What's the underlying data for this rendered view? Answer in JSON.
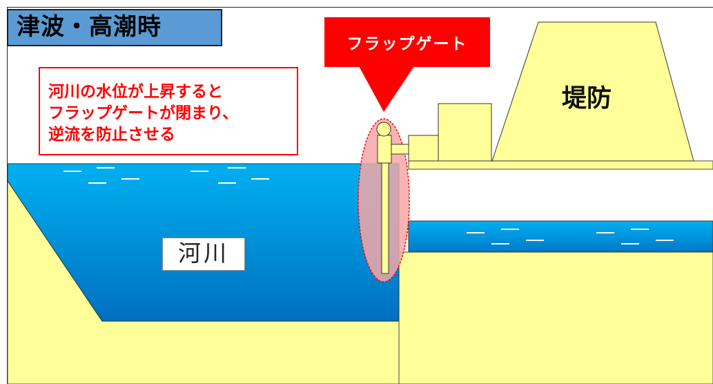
{
  "title": "津波・高潮時",
  "callout_gate": "フラップゲート",
  "callout_note": "河川の水位が上昇すると\nフラップゲートが閉まり、\n逆流を防止させる",
  "label_river": "河川",
  "label_levee": "堤防",
  "colors": {
    "ground": "#ffff99",
    "water_top": "#00b0f0",
    "water_bottom": "#0070c0",
    "title_fill": "#5b9bd5",
    "callout_red": "#ff0000",
    "highlight_pink": "#f4a7a7"
  }
}
